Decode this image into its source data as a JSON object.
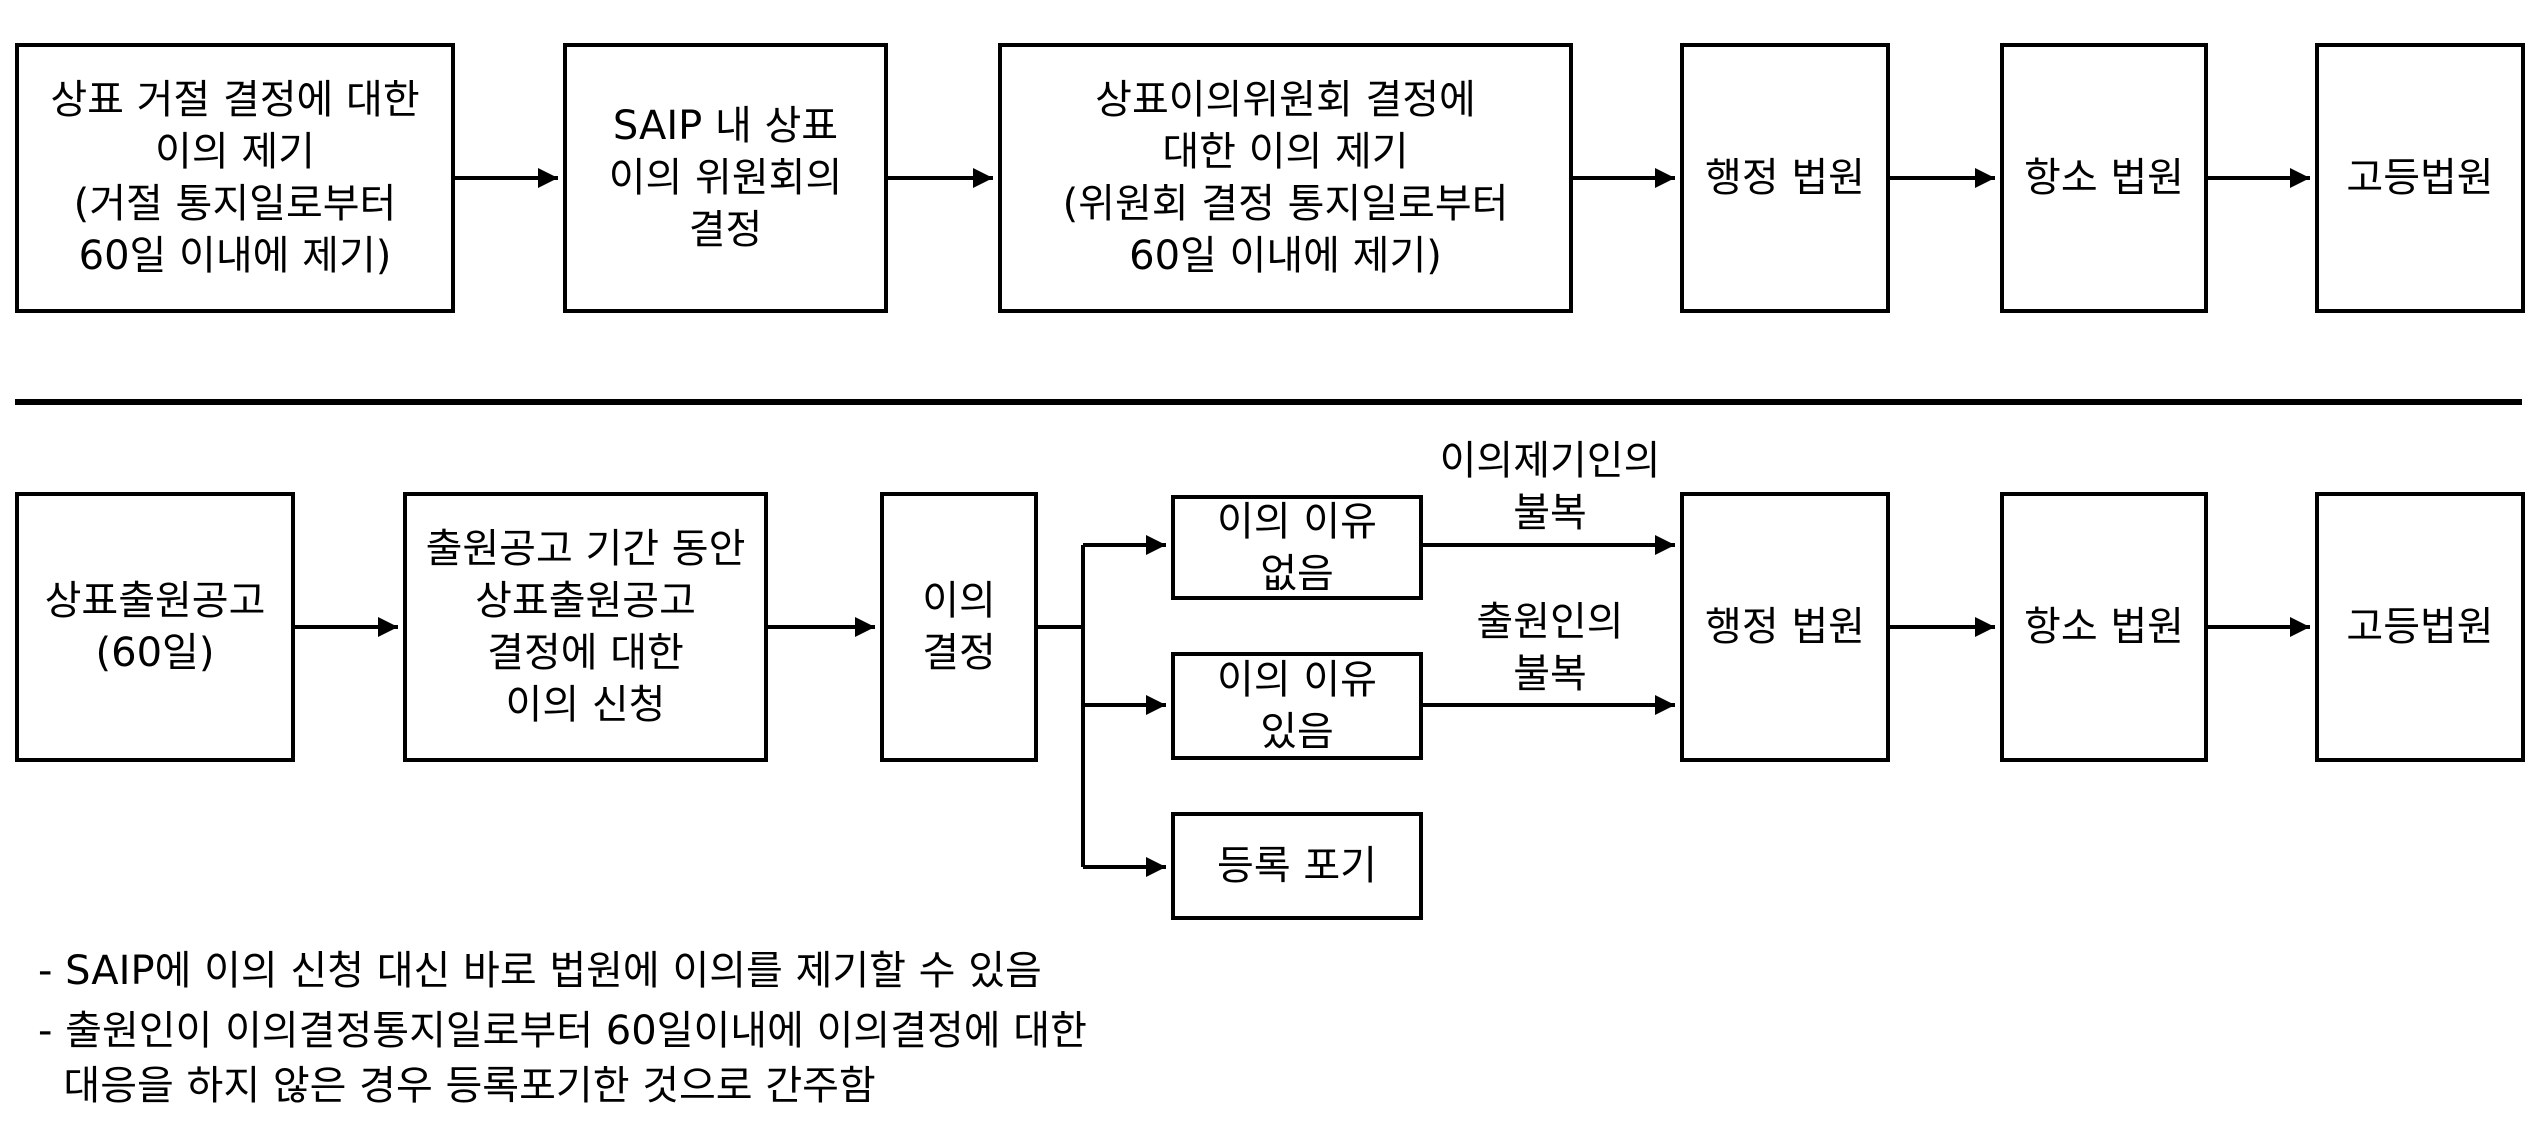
{
  "top_flow": {
    "box1": "상표 거절 결정에 대한\n이의 제기\n(거절 통지일로부터\n60일 이내에 제기)",
    "box2": "SAIP 내 상표\n이의 위원회의\n결정",
    "box3": "상표이의위원회 결정에\n대한 이의 제기\n(위원회 결정 통지일로부터\n60일 이내에 제기)",
    "box4": "행정 법원",
    "box5": "항소 법원",
    "box6": "고등법원"
  },
  "bottom_flow": {
    "box1": "상표출원공고\n(60일)",
    "box2": "출원공고 기간 동안\n상표출원공고\n결정에 대한\n이의 신청",
    "box3": "이의\n결정",
    "branch1": "이의 이유\n없음",
    "branch2": "이의 이유\n있음",
    "branch3": "등록 포기",
    "label1": "이의제기인의\n불복",
    "label2": "출원인의\n불복",
    "box4": "행정 법원",
    "box5": "항소 법원",
    "box6": "고등법원"
  },
  "notes": {
    "line1": "- SAIP에 이의 신청 대신 바로 법원에 이의를 제기할 수 있음",
    "line2": "- 출원인이 이의결정통지일로부터 60일이내에 이의결정에 대한",
    "line3": "  대응을 하지 않은 경우 등록포기한 것으로 간주함"
  }
}
